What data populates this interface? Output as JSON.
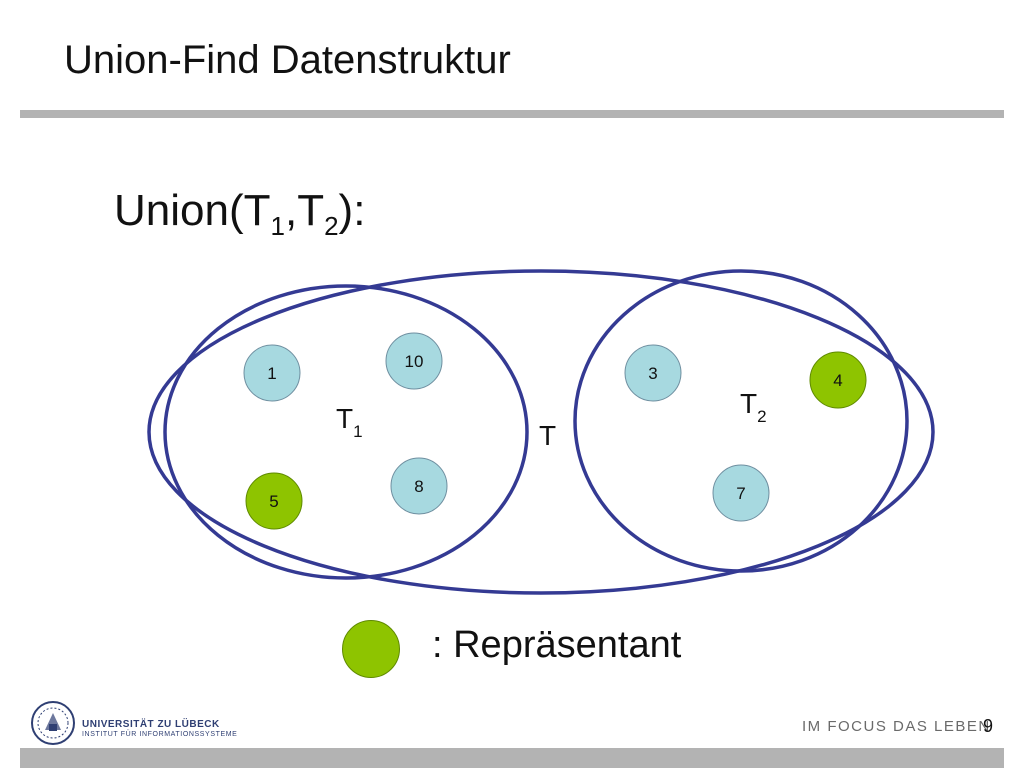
{
  "slide": {
    "title": "Union-Find Datenstruktur",
    "subtitle": {
      "prefix": "Union(T",
      "sub1": "1",
      "comma": ",T",
      "sub2": "2",
      "suffix": "):"
    }
  },
  "diagram": {
    "sets": [
      {
        "name": "T",
        "sub": ""
      },
      {
        "name": "T",
        "sub": "1"
      },
      {
        "name": "T",
        "sub": "2"
      }
    ],
    "nodes": [
      {
        "id": "1",
        "representative": false
      },
      {
        "id": "10",
        "representative": false
      },
      {
        "id": "5",
        "representative": true
      },
      {
        "id": "8",
        "representative": false
      },
      {
        "id": "3",
        "representative": false
      },
      {
        "id": "4",
        "representative": true
      },
      {
        "id": "7",
        "representative": false
      }
    ],
    "colors": {
      "set_outline": "#343a93",
      "node_fill": "#a7d9e0",
      "representative_fill": "#8ec400",
      "node_stroke": "#6f8fa0"
    }
  },
  "legend": {
    "text": ": Repräsentant"
  },
  "footer": {
    "university": "UNIVERSITÄT ZU LÜBECK",
    "institute": "INSTITUT FÜR INFORMATIONSSYSTEME",
    "slogan": "IM FOCUS DAS LEBEN",
    "page": "9"
  }
}
